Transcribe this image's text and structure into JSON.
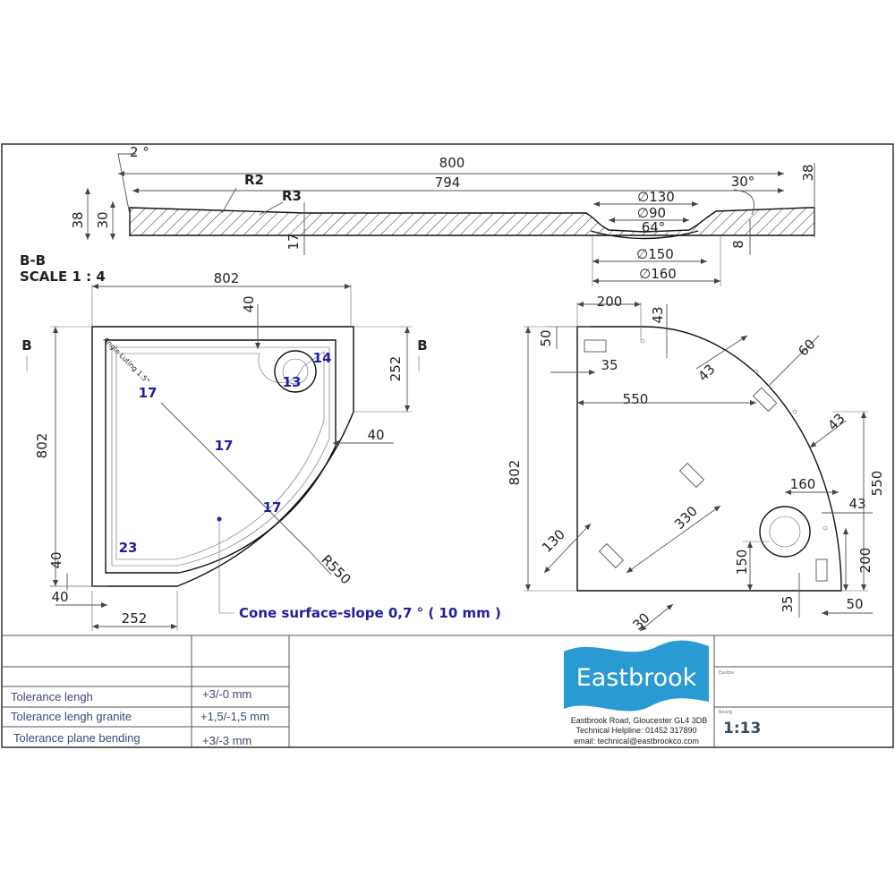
{
  "section": {
    "label": "B-B",
    "scale": "SCALE 1 : 4",
    "angle": "2 °",
    "overall_length": "800",
    "inner_length": "794",
    "r2": "R2",
    "r3": "R3",
    "height": "38",
    "height_left": "38",
    "inner_height": "30",
    "depth": "17",
    "d130": "∅130",
    "d90": "∅90",
    "angle64": "64°",
    "angle30": "30°",
    "d150": "∅150",
    "d160": "∅160",
    "depth8": "8"
  },
  "plan_left": {
    "width": "802",
    "height": "802",
    "waste_offset": "40",
    "waste_side": "252",
    "edge_40_right": "40",
    "edge_40_left": "40",
    "edge_40_bottom": "40",
    "bottom_252": "252",
    "radius": "R550",
    "marker_b_left": "B",
    "marker_b_right": "B",
    "lip_note": "Angle Luting 1.5°",
    "thickness_labels": [
      "17",
      "17",
      "17",
      "13",
      "14",
      "23"
    ],
    "slope_note": "Cone surface-slope  0,7 ° ( 10 mm )"
  },
  "plan_right": {
    "d200_top": "200",
    "d43_top": "43",
    "d50": "50",
    "d35_top": "35",
    "d43_diag": "43",
    "d60": "60",
    "d550_h": "550",
    "d43_right": "43",
    "d802": "802",
    "d550_v": "550",
    "d160": "160",
    "d43_mid": "43",
    "d330": "330",
    "d130": "130",
    "d150": "150",
    "d200_v": "200",
    "d30": "30",
    "d35_bottom": "35",
    "d50_bottom": "50"
  },
  "title_block": {
    "rows": [
      {
        "label": "Tolerance lengh",
        "value": "+3/-0 mm"
      },
      {
        "label": "Tolerance lengh granite",
        "value": "+1,5/-1,5 mm"
      },
      {
        "label": "Tolerance plane bending",
        "value": "+3/-3 mm"
      }
    ],
    "brand": "Eastbrook",
    "brand_color": "#2a9bd2",
    "address": "Eastbrook Road, Gloucester GL4 3DB",
    "helpline": "Technical Helpline: 01452 317890",
    "email": "email: technical@eastbrookco.com",
    "field_label": "Eastbe",
    "field_label2": "Bewig",
    "scale": "1:13"
  }
}
